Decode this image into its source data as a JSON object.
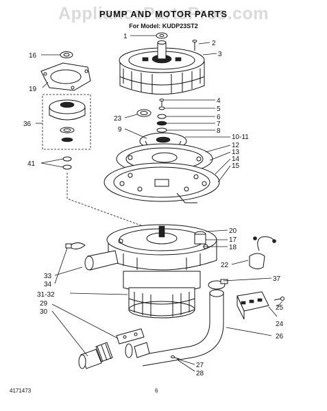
{
  "header": {
    "watermark": "AppliancePartsPros.com",
    "title": "PUMP AND MOTOR PARTS",
    "model": "For Model: KUDP23ST2"
  },
  "footer": {
    "catalog_number": "4171473",
    "page_number": "6"
  },
  "callouts": [
    "1",
    "2",
    "3",
    "4",
    "5",
    "6",
    "7",
    "8",
    "9",
    "10-11",
    "12",
    "13",
    "14",
    "15",
    "16",
    "17",
    "18",
    "19",
    "20",
    "22",
    "23",
    "24",
    "25",
    "26",
    "27",
    "28",
    "29",
    "30",
    "31-32",
    "33",
    "34",
    "36",
    "37",
    "41"
  ]
}
